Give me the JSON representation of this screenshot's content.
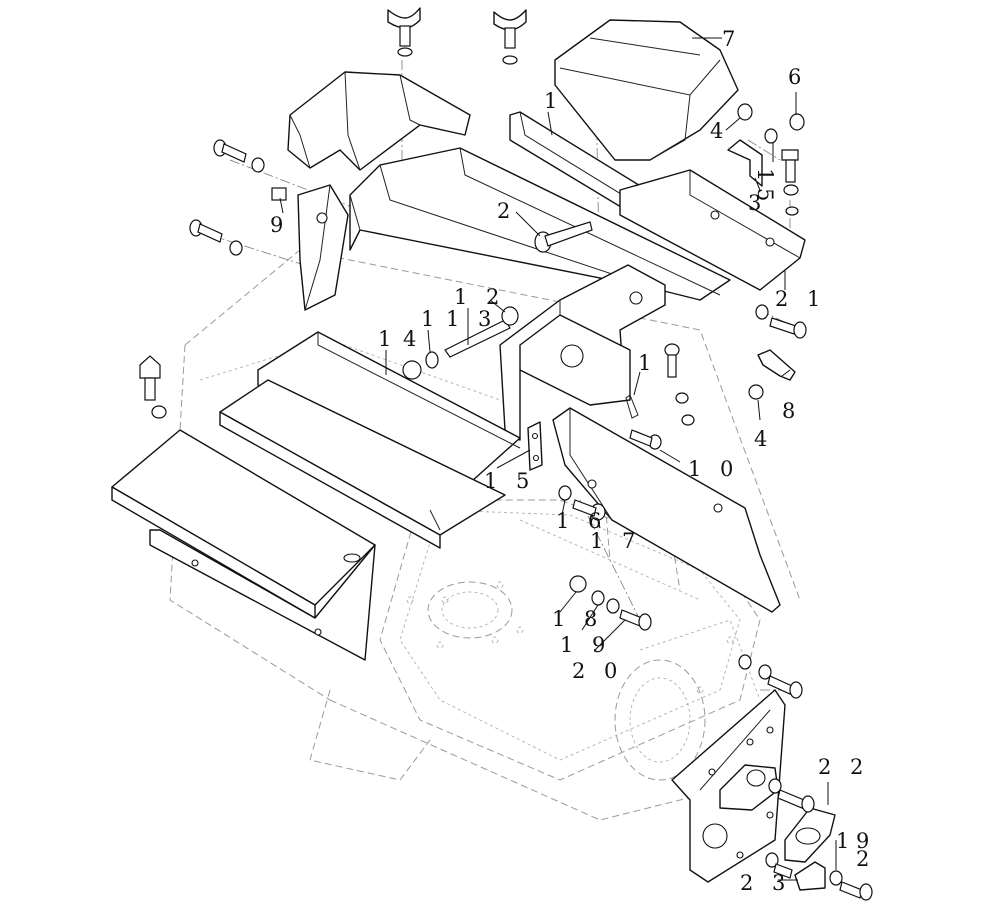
{
  "callouts": [
    {
      "id": "c7-top",
      "text": "7"
    },
    {
      "id": "c6",
      "text": "6"
    },
    {
      "id": "c1-rail",
      "text": "1"
    },
    {
      "id": "c4-top",
      "text": "4"
    },
    {
      "id": "c15-top",
      "text": "1 5"
    },
    {
      "id": "c3-top",
      "text": "3"
    },
    {
      "id": "c9",
      "text": "9"
    },
    {
      "id": "c2-rod",
      "text": "2"
    },
    {
      "id": "c21",
      "text": "2 1"
    },
    {
      "id": "c12",
      "text": "1 2"
    },
    {
      "id": "c13",
      "text": "1 3"
    },
    {
      "id": "c1-mid",
      "text": "1"
    },
    {
      "id": "c4-mid",
      "text": "4"
    },
    {
      "id": "c1-washer",
      "text": "1"
    },
    {
      "id": "c1-pin",
      "text": "1"
    },
    {
      "id": "c8-right",
      "text": "8"
    },
    {
      "id": "c4-right",
      "text": "4"
    },
    {
      "id": "c10",
      "text": "1 0"
    },
    {
      "id": "c15-mid",
      "text": "1 5"
    },
    {
      "id": "c16",
      "text": "1 6"
    },
    {
      "id": "c17",
      "text": "1 7"
    },
    {
      "id": "c18",
      "text": "1 8"
    },
    {
      "id": "c19",
      "text": "1 9"
    },
    {
      "id": "c20",
      "text": "2 0"
    },
    {
      "id": "c22",
      "text": "2 2"
    },
    {
      "id": "c19-low",
      "text": "1 9"
    },
    {
      "id": "c2-low",
      "text": "2"
    },
    {
      "id": "c23",
      "text": "2 3"
    }
  ]
}
